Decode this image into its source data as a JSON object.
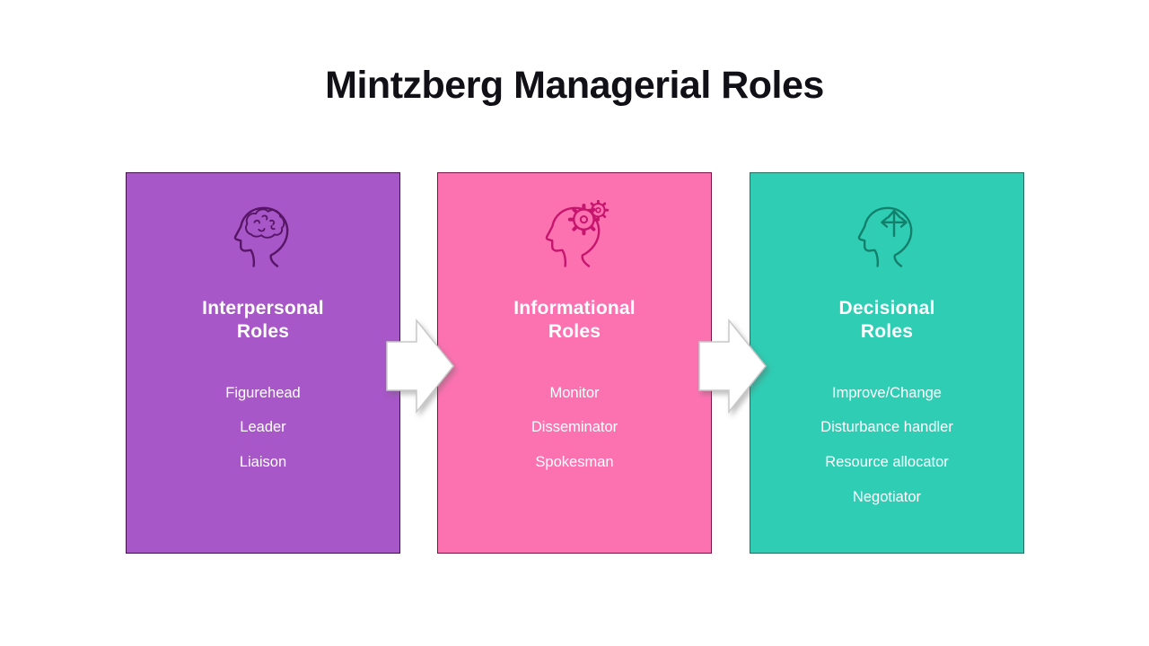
{
  "page": {
    "background": "#ffffff"
  },
  "title": {
    "text": "Mintzberg Managerial Roles",
    "color": "#101016"
  },
  "flow_arrow": {
    "fill": "#ffffff",
    "border": "#c9c9c9"
  },
  "cards": [
    {
      "id": "interpersonal",
      "title_lines": [
        "Interpersonal",
        "Roles"
      ],
      "items": [
        "Figurehead",
        "Leader",
        "Liaison"
      ],
      "icon": "head-brain-icon",
      "bg": "#a757c7",
      "border": "#45104f",
      "icon_color": "#571566",
      "text_color": "#ffffff"
    },
    {
      "id": "informational",
      "title_lines": [
        "Informational",
        "Roles"
      ],
      "items": [
        "Monitor",
        "Disseminator",
        "Spokesman"
      ],
      "icon": "head-gears-icon",
      "bg": "#fc72b1",
      "border": "#7c1245",
      "icon_color": "#c6156d",
      "text_color": "#ffffff"
    },
    {
      "id": "decisional",
      "title_lines": [
        "Decisional",
        "Roles"
      ],
      "items": [
        "Improve/Change",
        "Disturbance handler",
        "Resource allocator",
        "Negotiator"
      ],
      "icon": "head-decision-icon",
      "bg": "#2fcdb3",
      "border": "#1f7261",
      "icon_color": "#12806c",
      "text_color": "#ffffff"
    }
  ]
}
